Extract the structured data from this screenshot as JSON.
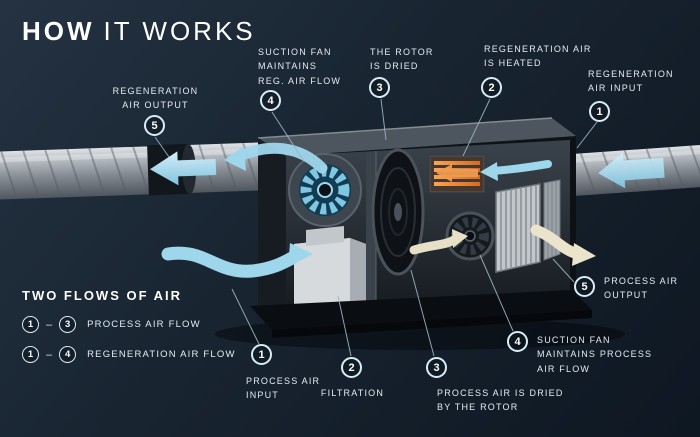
{
  "title": {
    "bold": "HOW",
    "rest": "IT WORKS"
  },
  "callouts": {
    "reg_air_output": {
      "num": "5",
      "label": "REGENERATION\nAIR OUTPUT"
    },
    "suction_fan_reg": {
      "num": "4",
      "label": "SUCTION FAN\nMAINTAINS\nREG. AIR FLOW"
    },
    "rotor_dried": {
      "num": "3",
      "label": "THE ROTOR\nIS DRIED"
    },
    "reg_air_heated": {
      "num": "2",
      "label": "REGENERATION AIR\nIS HEATED"
    },
    "reg_air_input": {
      "num": "1",
      "label": "REGENERATION\nAIR INPUT"
    },
    "process_air_input": {
      "num": "1",
      "label": "PROCESS AIR\nINPUT"
    },
    "filtration": {
      "num": "2",
      "label": "FILTRATION"
    },
    "process_air_dried": {
      "num": "3",
      "label": "PROCESS AIR IS DRIED\nBY THE ROTOR"
    },
    "suction_fan_process": {
      "num": "4",
      "label": "SUCTION FAN\nMAINTAINS PROCESS\nAIR FLOW"
    },
    "process_air_output": {
      "num": "5",
      "label": "PROCESS AIR\nOUTPUT"
    }
  },
  "legend": {
    "title": "TWO FLOWS OF AIR",
    "rows": [
      {
        "from": "1",
        "dash": "–",
        "to": "3",
        "label": "PROCESS AIR FLOW"
      },
      {
        "from": "1",
        "dash": "–",
        "to": "4",
        "label": "REGENERATION AIR FLOW"
      }
    ]
  },
  "colors": {
    "background": "#182430",
    "flow_blue": "#9ed6ec",
    "heater_orange": "#ef9a4e",
    "dry_air_cream": "#ece3cd",
    "circle_border": "#d9edf7"
  }
}
